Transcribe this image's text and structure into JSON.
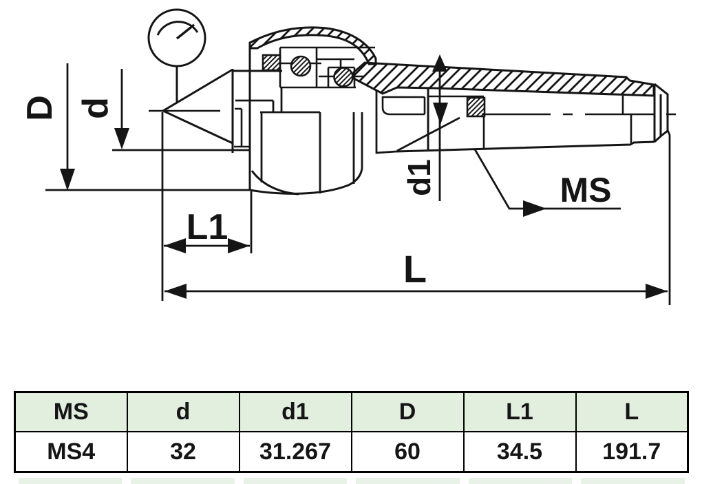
{
  "drawing": {
    "dim_labels": {
      "D": "D",
      "d": "d",
      "d1": "d1",
      "L1": "L1",
      "L": "L",
      "MS": "MS"
    }
  },
  "table": {
    "headers": [
      "MS",
      "d",
      "d1",
      "D",
      "L1",
      "L"
    ],
    "rows": [
      [
        "MS4",
        "32",
        "31.267",
        "60",
        "34.5",
        "191.7"
      ]
    ]
  },
  "colors": {
    "table_header_bg": "#e2efdf",
    "line_color": "#151515",
    "next_row_strip": "#e9f2e6"
  }
}
